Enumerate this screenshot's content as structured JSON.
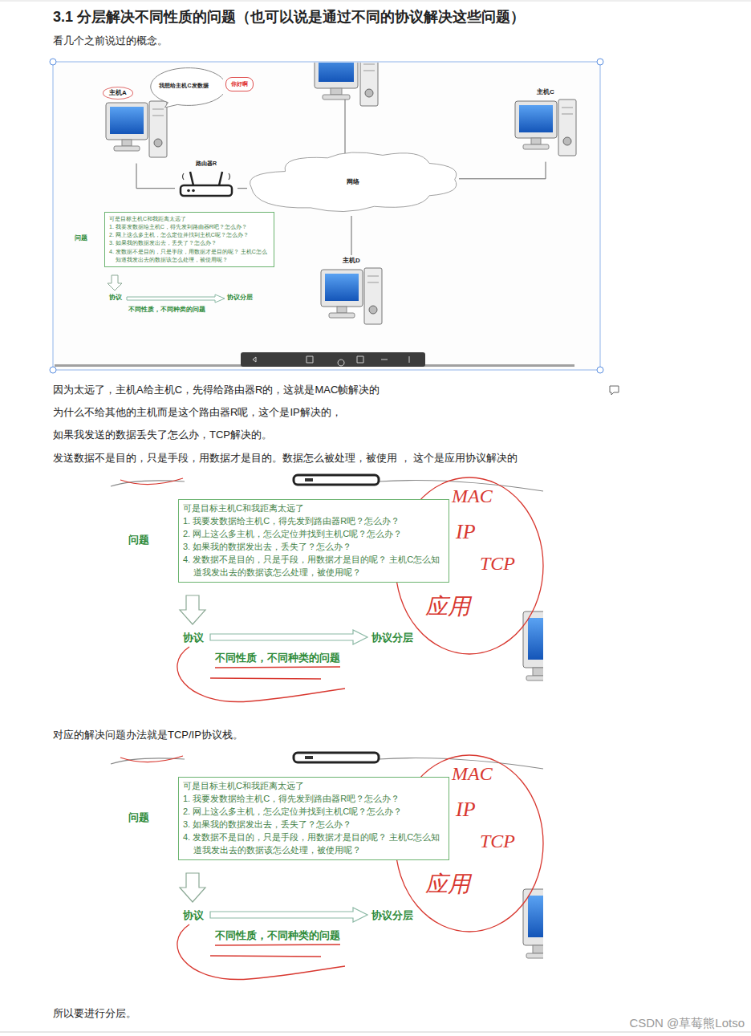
{
  "diagram": {
    "title": "3.1 分层解决不同性质的问题（也可以说是通过不同的协议解决这些问题）",
    "nodes": [
      {
        "text": [
          "主机A"
        ]
      },
      {
        "text": [
          "我想给主机C发数据"
        ]
      },
      {
        "text": [
          "你好啊"
        ]
      },
      {
        "text": [
          "主机C"
        ]
      },
      {
        "text": [
          "路由器R"
        ]
      },
      {
        "text": [
          "网络"
        ]
      },
      {
        "text": [
          "可是目标主机C和我距离太远了",
          "1. 我要发数据给主机C，得先发到路由器R吧？怎么办？",
          "2. 网上这么多主机，怎么定位并找到主机C呢？怎么办？",
          "3. 如果我的数据发出去，丢失了？怎么办？",
          "4. 发数据不是目的，只是手段，用数据才是目的呢？ 主机C怎么知道我发出去的数据该怎么处理，被使用呢？"
        ]
      },
      {
        "text": [
          "主机D"
        ]
      },
      {
        "text": [
          "可是目标主机C和我距离太远了",
          "1. 我要发数据给主机C，得先发到路由器R吧？怎么办？",
          "2. 网上这么多主机，怎么定位并找到主机C呢？怎么办？",
          "3. 如果我的数据发出去，丢失了？怎么办？",
          "4. 发数据不是目的，只是手段，用数据才是目的呢？ 主机C怎么知道我发出去的数据该怎么处理，被使用呢？"
        ]
      },
      {
        "text": [
          "可是目标主机C和我距离太远了",
          "1. 我要发数据给主机C，得先发到路由器R吧？怎么办？",
          "2. 网上这么多主机，怎么定位并找到主机C呢？怎么办？",
          "3. 如果我的数据发出去，丢失了？怎么办？",
          "4. 发数据不是目的，只是手段，用数据才是目的呢？ 主机C怎么知道我发出去的数据该怎么处理，被使用呢？"
        ]
      }
    ],
    "edges": [
      {
        "from": 0,
        "to": 4,
        "arrow": "none"
      },
      {
        "from": 4,
        "to": 5,
        "arrow": "none"
      },
      {
        "from": 5,
        "to": 3,
        "arrow": "none"
      },
      {
        "from": 5,
        "to": 7,
        "arrow": "none"
      }
    ],
    "labels": [
      "看几个之前说过的概念。",
      "问题",
      "协议",
      "协议分层",
      "不同性质，不同种类的问题",
      "因为太远了，主机A给主机C，先得给路由器R的，这就是MAC帧解决的",
      "为什么不给其他的主机而是这个路由器R呢，这个是IP解决的，",
      "如果我发送的数据丢失了怎么办，TCP解决的。",
      "发送数据不是目的，只是手段，用数据才是目的。数据怎么被处理，被使用 ， 这个是应用协议解决的",
      "MAC",
      "IP",
      "TCP",
      "问题",
      "应用",
      "协议",
      "协议分层",
      "不同性质，不同种类的问题",
      "对应的解决问题办法就是TCP/IP协议栈。",
      "MAC",
      "IP",
      "TCP",
      "问题",
      "应用",
      "协议",
      "协议分层",
      "不同性质，不同种类的问题",
      "所以要进行分层。",
      "CSDN @草莓熊Lotso"
    ]
  }
}
